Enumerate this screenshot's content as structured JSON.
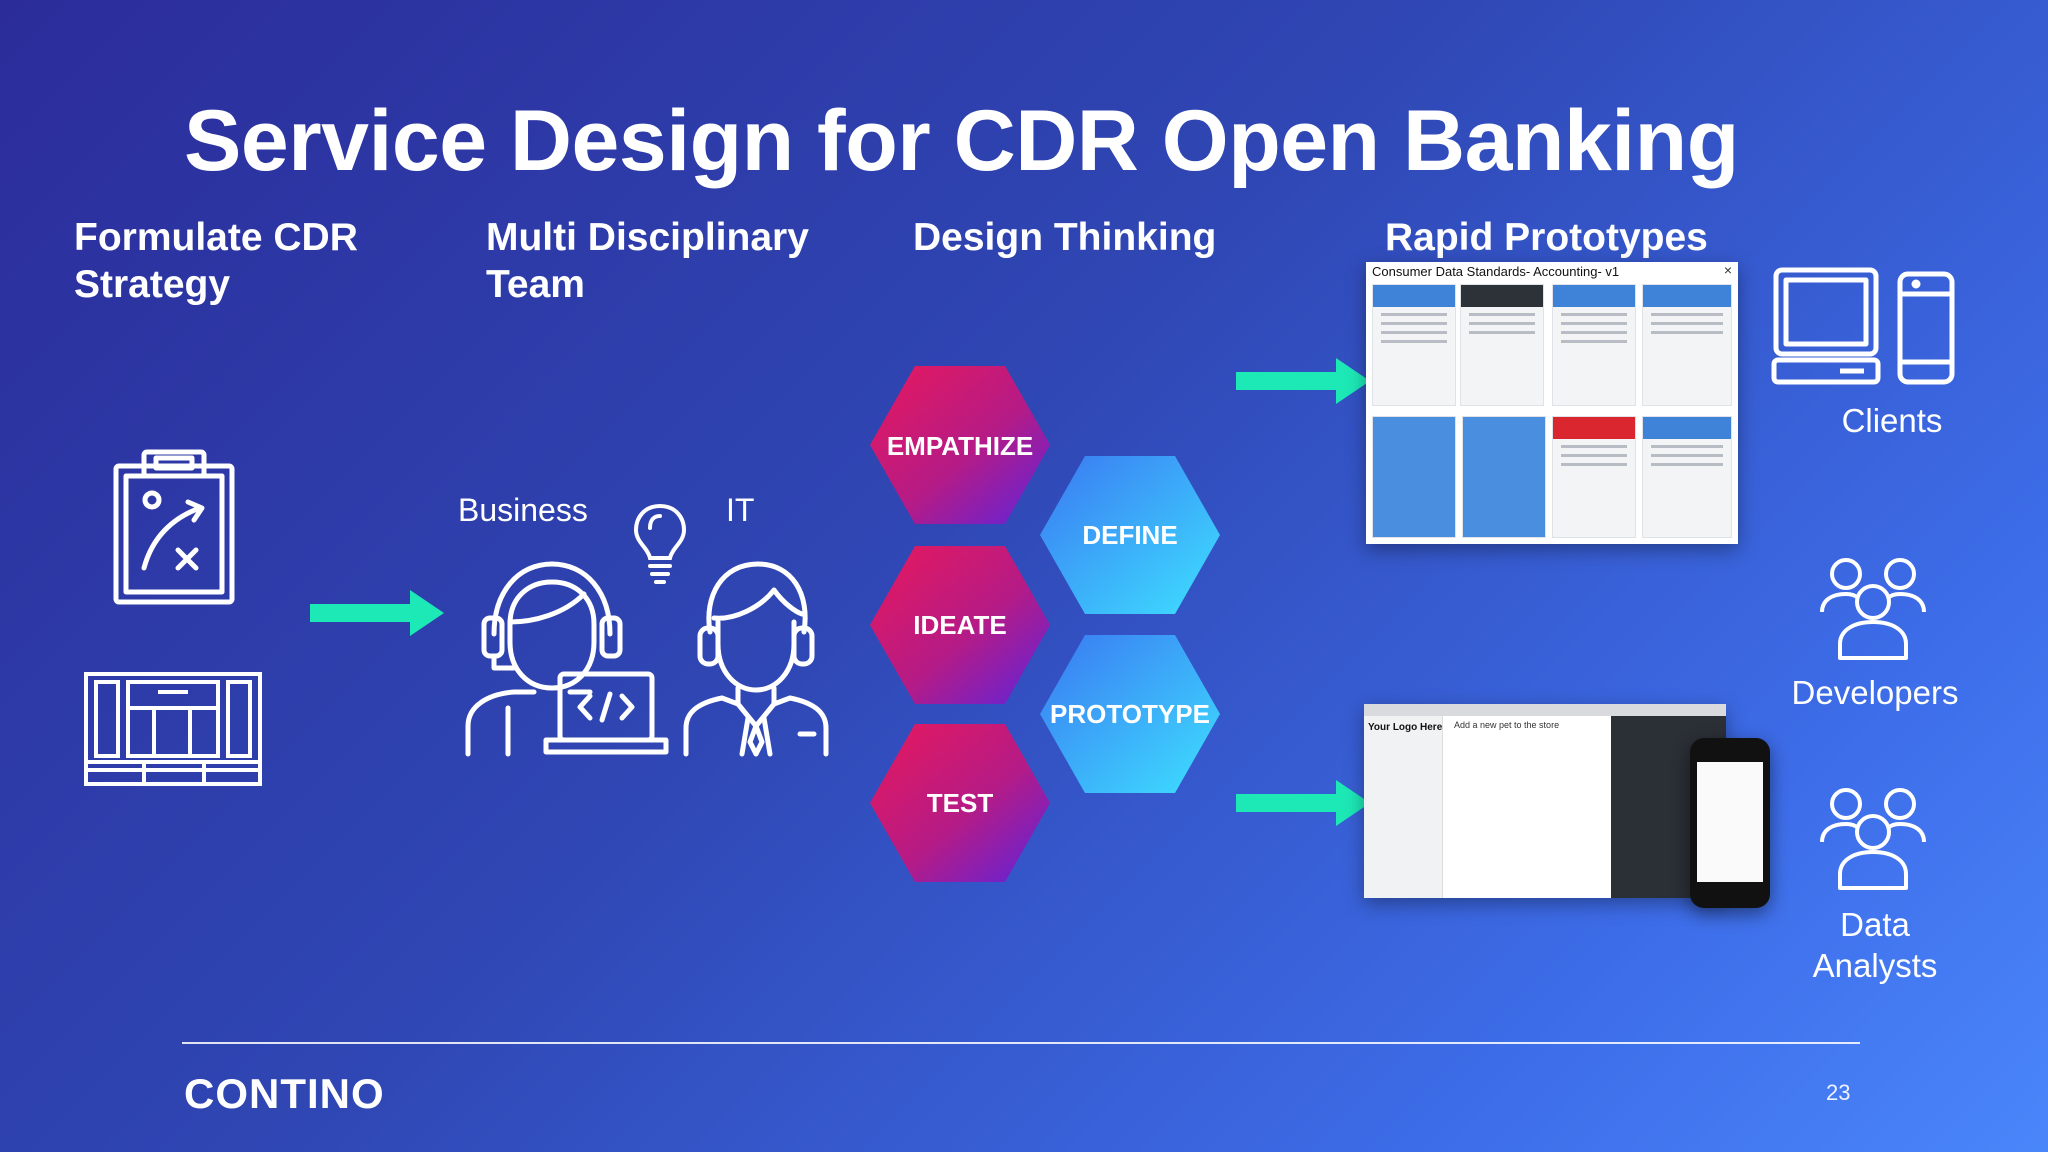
{
  "slide": {
    "title": "Service Design for CDR Open Banking",
    "page_number": "23",
    "logo": "CONTINO"
  },
  "columns": {
    "strategy": {
      "line1": "Formulate CDR",
      "line2": "Strategy"
    },
    "team": {
      "line1": "Multi Disciplinary",
      "line2": "Team",
      "business": "Business",
      "it": "IT"
    },
    "design_thinking": {
      "heading": "Design Thinking",
      "stages": [
        "EMPATHIZE",
        "DEFINE",
        "IDEATE",
        "PROTOTYPE",
        "TEST"
      ]
    },
    "prototypes": {
      "heading": "Rapid Prototypes",
      "mockup_title": "Consumer Data Standards- Accounting- v1",
      "api_docs_logo": "Your Logo Here",
      "api_docs_heading": "Add a new pet to the store"
    }
  },
  "audiences": {
    "clients": "Clients",
    "developers": "Developers",
    "data_analysts_line1": "Data",
    "data_analysts_line2": "Analysts"
  },
  "colors": {
    "accent_arrow": "#1de9b6",
    "hex_warm_top": "#e5175f",
    "hex_warm_bottom": "#6a22d8",
    "hex_cool_top": "#3c8ef5",
    "hex_cool_bottom": "#3ed6ff"
  },
  "icons": [
    "clipboard-play-icon",
    "wireframe-layout-icon",
    "developer-laptop-icon",
    "lightbulb-icon",
    "businessman-icon",
    "desktop-mobile-icon",
    "user-group-icon"
  ]
}
